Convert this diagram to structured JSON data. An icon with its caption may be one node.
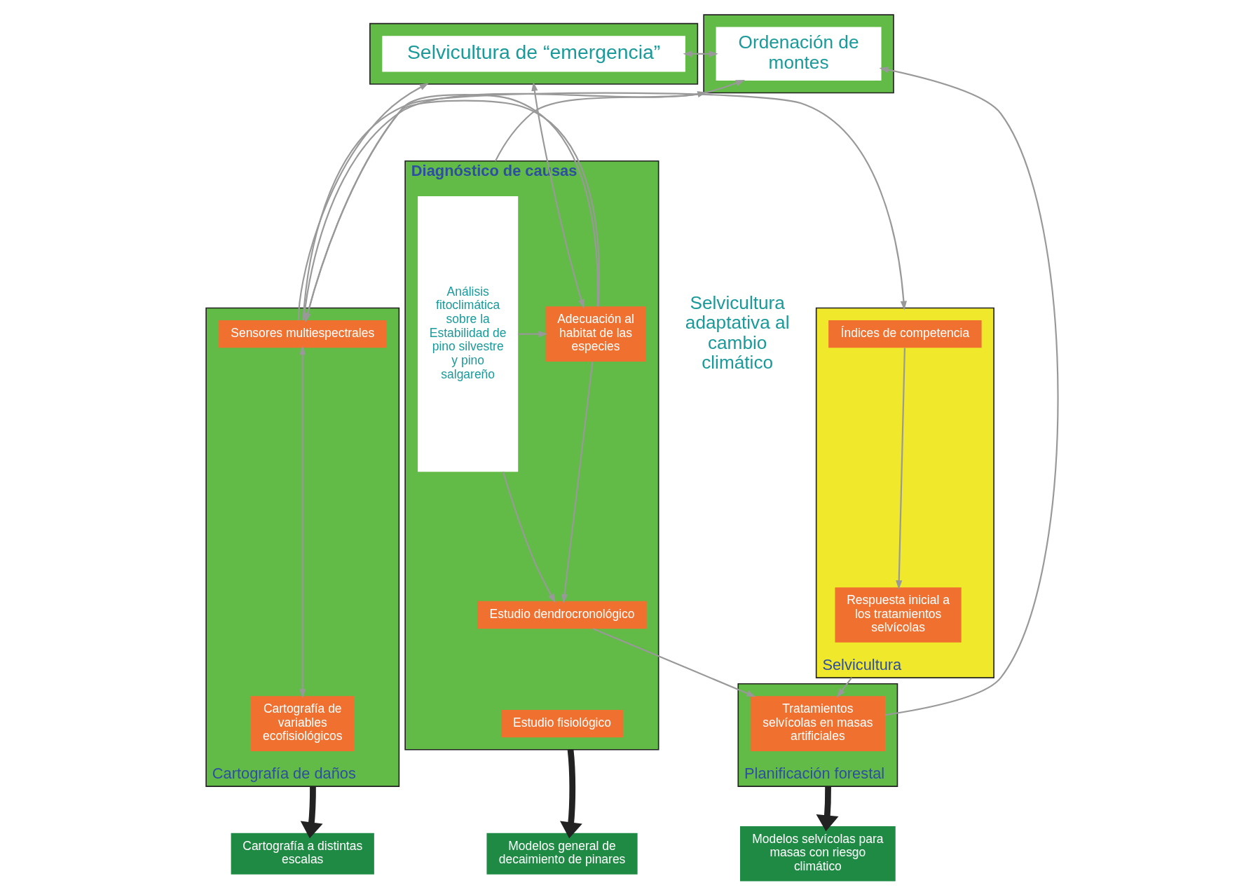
{
  "diagram": {
    "nodes": [
      {
        "text": [],
        "shape": "box"
      },
      {
        "text": [
          "Selvicultura de “emergencia”"
        ],
        "in": 0
      },
      {
        "text": [],
        "shape": "box"
      },
      {
        "text": [
          "Ordenación de montes"
        ],
        "in": 2
      },
      {
        "text": [
          "Selvicultura adaptativa al cambio climático"
        ]
      },
      {
        "text": [
          "Diagnóstico de causas"
        ]
      },
      {
        "text": [
          "Análisis fitoclimática sobre la Estabilidad de pino silvestre y pino salgareño"
        ],
        "in": 5
      },
      {
        "text": [
          "Adecuación al habitat de las especies"
        ],
        "in": 5
      },
      {
        "text": [
          "Estudio dendrocronológico"
        ],
        "in": 5
      },
      {
        "text": [
          "Estudio fisiológico"
        ],
        "in": 5
      },
      {
        "text": [
          "Cartografía de daños"
        ]
      },
      {
        "text": [
          "Sensores multiespectrales"
        ],
        "in": 10
      },
      {
        "text": [
          "Cartografía de variables ecofisiológicos"
        ],
        "in": 10
      },
      {
        "text": [
          "Selvicultura"
        ]
      },
      {
        "text": [
          "Índices de competencia"
        ],
        "in": 13
      },
      {
        "text": [
          "Respuesta inicial a los tratamientos selvícolas"
        ],
        "in": 13
      },
      {
        "text": [
          "Planificación forestal"
        ]
      },
      {
        "text": [
          "Tratamientos selvícolas en masas artificiales"
        ],
        "in": 16
      },
      {
        "text": [
          "Modelos general de decaimiento de pinares"
        ]
      },
      {
        "text": [
          "Cartografía a distintas escalas"
        ]
      },
      {
        "text": [
          "Modelos selvícolas para masas con riesgo climático"
        ]
      }
    ],
    "edges": [
      {
        "from": 1,
        "to": 3,
        "arrow": "both"
      },
      {
        "from": 7,
        "to": 0,
        "arrow": "both"
      },
      {
        "from": 11,
        "to": 0,
        "arrow": "to"
      },
      {
        "from": 11,
        "to": 3,
        "arrow": "to"
      },
      {
        "from": 5,
        "to": 2,
        "arrow": "to"
      },
      {
        "from": 11,
        "to": 13,
        "arrow": "to"
      },
      {
        "from": 7,
        "to": 10,
        "arrow": "to"
      },
      {
        "from": 11,
        "to": 12,
        "arrow": "both"
      },
      {
        "from": 6,
        "to": 7,
        "arrow": "to"
      },
      {
        "from": 6,
        "to": 8,
        "arrow": "to"
      },
      {
        "from": 7,
        "to": 8,
        "arrow": "to"
      },
      {
        "from": 8,
        "to": 17,
        "arrow": "to"
      },
      {
        "from": 14,
        "to": 15,
        "arrow": "to"
      },
      {
        "from": 13,
        "to": 17,
        "arrow": "to"
      },
      {
        "from": 17,
        "to": 3,
        "arrow": "to"
      },
      {
        "from": 5,
        "to": 18,
        "arrow": "to",
        "style": "thick",
        "color": "#222222"
      },
      {
        "from": 10,
        "to": 19,
        "arrow": "to",
        "style": "thick",
        "color": "#222222"
      },
      {
        "from": 16,
        "to": 20,
        "arrow": "to",
        "style": "thick",
        "color": "#222222"
      }
    ]
  }
}
